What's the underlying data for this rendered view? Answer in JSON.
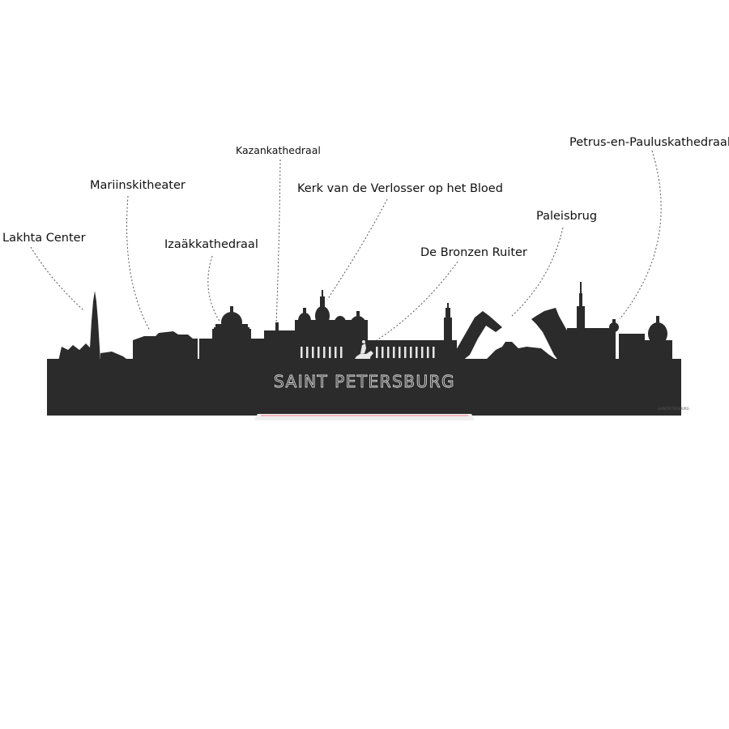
{
  "city_name": "SAINT PETERSBURG",
  "landmarks": [
    {
      "id": "lakhta",
      "label": "Lakhta Center"
    },
    {
      "id": "mariinsky",
      "label": "Mariinskitheater"
    },
    {
      "id": "isaac",
      "label": "Izaäkkathedraal"
    },
    {
      "id": "kazan",
      "label": "Kazankathedraal"
    },
    {
      "id": "savior",
      "label": "Kerk van de Verlosser op het Bloed"
    },
    {
      "id": "horseman",
      "label": "De Bronzen Ruiter"
    },
    {
      "id": "palace-bridge",
      "label": "Paleisbrug"
    },
    {
      "id": "peter-paul",
      "label": "Petrus-en-Pauluskathedraal"
    }
  ],
  "colors": {
    "silhouette": "#2b2b2b",
    "engraving": "#d8d8d8",
    "stand_accent": "#f2b8bd"
  }
}
